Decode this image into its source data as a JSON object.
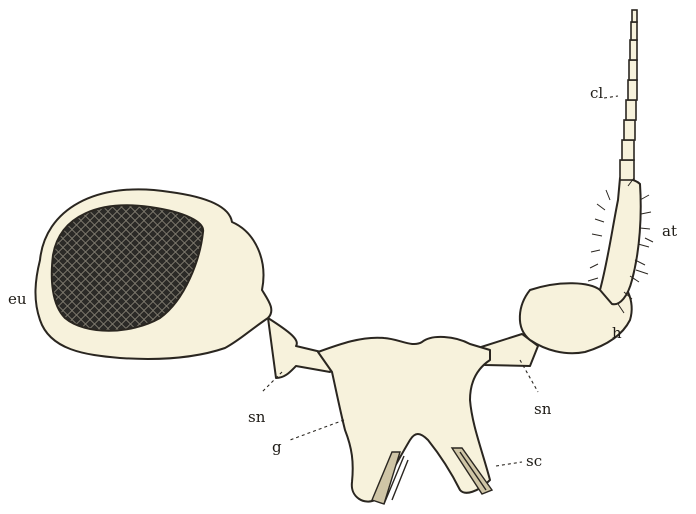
{
  "labels": {
    "cl": "cl",
    "at": "at",
    "eu": "eu",
    "h": "h",
    "sn_left": "sn",
    "sn_right": "sn",
    "g": "g",
    "sc": "sc"
  },
  "colors": {
    "tissue": "#f7f2dc",
    "outline": "#2a2620",
    "eye_mesh": "#2b2a27",
    "background": "#ffffff"
  }
}
